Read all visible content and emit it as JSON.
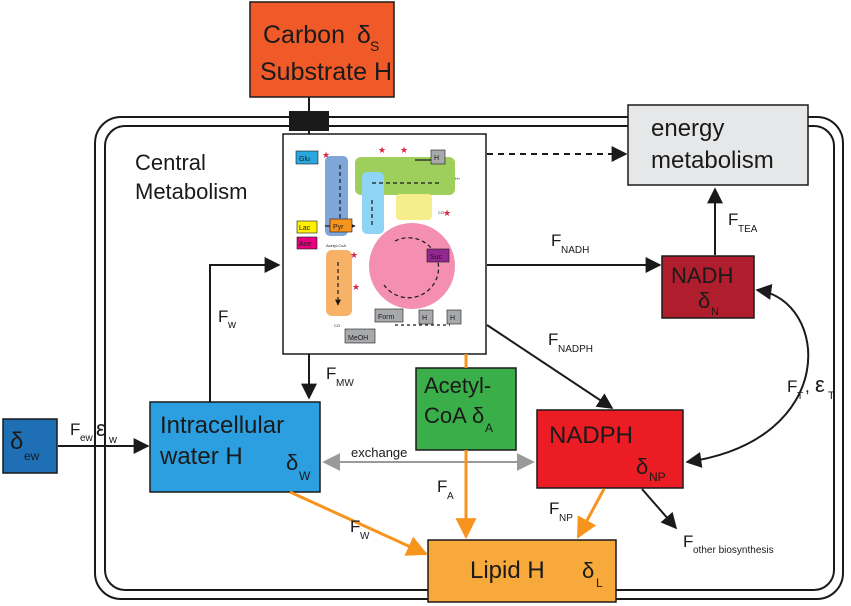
{
  "nodes": {
    "carbon_substrate": {
      "line1": "Carbon",
      "line2": "Substrate H",
      "delta": "δ",
      "delta_sub": "S"
    },
    "energy_metabolism": {
      "line1": "energy",
      "line2": "metabolism"
    },
    "central_metabolism": {
      "line1": "Central",
      "line2": "Metabolism"
    },
    "nadh": {
      "label": "NADH",
      "delta": "δ",
      "delta_sub": "N"
    },
    "nadph": {
      "label": "NADPH",
      "delta": "δ",
      "delta_sub": "NP"
    },
    "acetyl_coa": {
      "line1": "Acetyl-",
      "line2": "CoA",
      "delta": "δ",
      "delta_sub": "A"
    },
    "intracellular_water": {
      "line1": "Intracellular",
      "line2": "water H",
      "delta": "δ",
      "delta_sub": "W"
    },
    "extracellular_water": {
      "delta": "δ",
      "delta_sub": "ew"
    },
    "lipid": {
      "label": "Lipid H",
      "delta": "δ",
      "delta_sub": "L"
    }
  },
  "flux_labels": {
    "f_ew": {
      "main": "F",
      "sub": "ew"
    },
    "eps_w": {
      "main": "ε",
      "sub": "w"
    },
    "f_w_up": {
      "main": "F",
      "sub": "w"
    },
    "f_mw": {
      "main": "F",
      "sub": "MW"
    },
    "f_nadh": {
      "main": "F",
      "sub": "NADH"
    },
    "f_nadph": {
      "main": "F",
      "sub": "NADPH"
    },
    "f_tea": {
      "main": "F",
      "sub": "TEA"
    },
    "f_t": {
      "main": "F",
      "sub": "T"
    },
    "eps_t": {
      "main": "ε",
      "sub": "T"
    },
    "f_a": {
      "main": "F",
      "sub": "A"
    },
    "f_np": {
      "main": "F",
      "sub": "NP"
    },
    "f_w_lipid": {
      "main": "F",
      "sub": "W"
    },
    "f_other": {
      "main": "F",
      "sub": "other biosynthesis"
    },
    "exchange": "exchange",
    "comma": ","
  },
  "inset": {
    "glu": "Glu",
    "pyr": "Pyr",
    "lac": "Lac",
    "ace": "Ace",
    "suc": "Suc",
    "form": "Form",
    "meoh": "MeOH",
    "h2_a": "H",
    "h2_b": "H",
    "h2_c": "H",
    "acetyl_coa_small": "Acetyl-CoA",
    "co2": "CO",
    "hplus": "H+"
  },
  "colors": {
    "carbon": "#f05a28",
    "energy": "#e6e7e8",
    "nadh": "#b01e2e",
    "nadph": "#ec1c24",
    "acetyl": "#3aae49",
    "water": "#2b9fe0",
    "ew": "#1f6fb5",
    "lipid": "#f7a93b",
    "orange_arrow": "#f7941d",
    "gray_arrow": "#9a9a9a"
  }
}
